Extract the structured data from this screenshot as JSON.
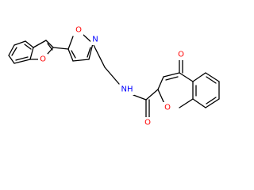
{
  "structure": {
    "atoms": [
      {
        "id": "O_bf",
        "label": "O",
        "color": "#ff0000"
      },
      {
        "id": "O_isox",
        "label": "O",
        "color": "#ff0000"
      },
      {
        "id": "N_isox",
        "label": "N",
        "color": "#0000ff"
      },
      {
        "id": "N_amide",
        "label": "NH",
        "color": "#0000ff"
      },
      {
        "id": "O_amide",
        "label": "O",
        "color": "#ff0000"
      },
      {
        "id": "O_ketone",
        "label": "O",
        "color": "#ff0000"
      },
      {
        "id": "O_chromone",
        "label": "O",
        "color": "#ff0000"
      }
    ]
  }
}
